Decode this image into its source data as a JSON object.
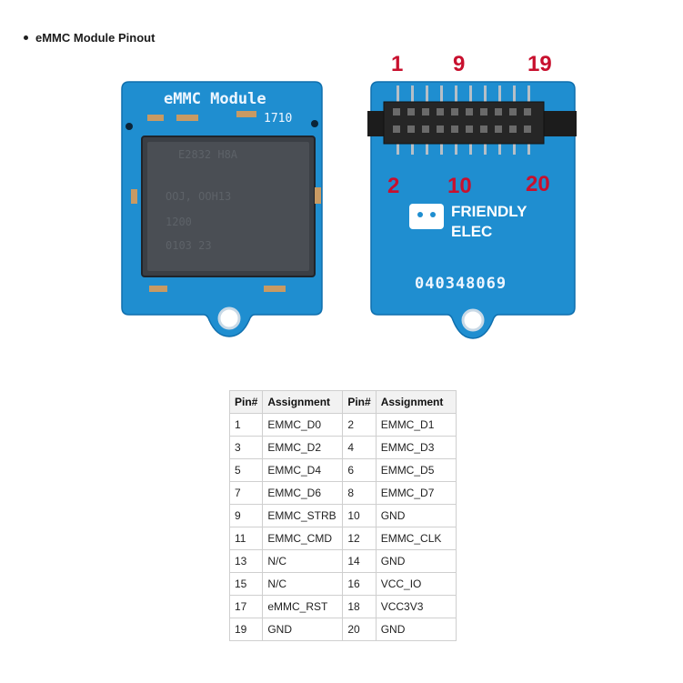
{
  "heading": "eMMC Module Pinout",
  "photo": {
    "front": {
      "silkscreen_title": "eMMC Module",
      "silkscreen_code": "1710",
      "chip_lines": [
        "E2832 H8A",
        "OOJ, OOH13",
        "1200",
        "0103 23"
      ]
    },
    "back": {
      "pin_labels": {
        "top": [
          "1",
          "9",
          "19"
        ],
        "bottom": [
          "2",
          "10",
          "20"
        ]
      },
      "brand_line1": "FRIENDLY",
      "brand_line2": "ELEC",
      "serial": "040348069"
    }
  },
  "table": {
    "headers": [
      "Pin#",
      "Assignment",
      "Pin#",
      "Assignment"
    ],
    "rows": [
      [
        "1",
        "EMMC_D0",
        "2",
        "EMMC_D1"
      ],
      [
        "3",
        "EMMC_D2",
        "4",
        "EMMC_D3"
      ],
      [
        "5",
        "EMMC_D4",
        "6",
        "EMMC_D5"
      ],
      [
        "7",
        "EMMC_D6",
        "8",
        "EMMC_D7"
      ],
      [
        "9",
        "EMMC_STRB",
        "10",
        "GND"
      ],
      [
        "11",
        "EMMC_CMD",
        "12",
        "EMMC_CLK"
      ],
      [
        "13",
        "N/C",
        "14",
        "GND"
      ],
      [
        "15",
        "N/C",
        "16",
        "VCC_IO"
      ],
      [
        "17",
        "eMMC_RST",
        "18",
        "VCC3V3"
      ],
      [
        "19",
        "GND",
        "20",
        "GND"
      ]
    ]
  }
}
